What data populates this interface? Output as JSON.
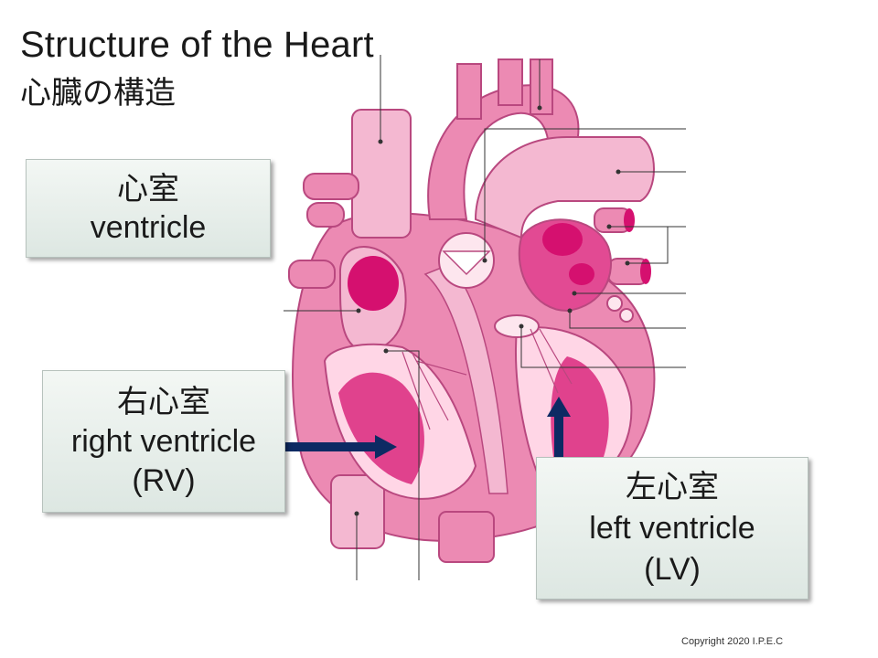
{
  "title": {
    "en": "Structure of the Heart",
    "jp": "心臓の構造"
  },
  "cards": {
    "ventricle": {
      "jp": "心室",
      "en": "ventricle"
    },
    "rv": {
      "jp": "右心室",
      "en": "right ventricle",
      "abbr": "(RV)"
    },
    "lv": {
      "jp": "左心室",
      "en": "left ventricle",
      "abbr": "(LV)"
    }
  },
  "copyright": "Copyright 2020 I.P.E.C",
  "colors": {
    "outer_pink": "#ec8ab3",
    "light_pink": "#f4b8d1",
    "deep_magenta": "#d5106f",
    "mid_magenta": "#e24a93",
    "arrow_navy": "#0d2a63"
  }
}
